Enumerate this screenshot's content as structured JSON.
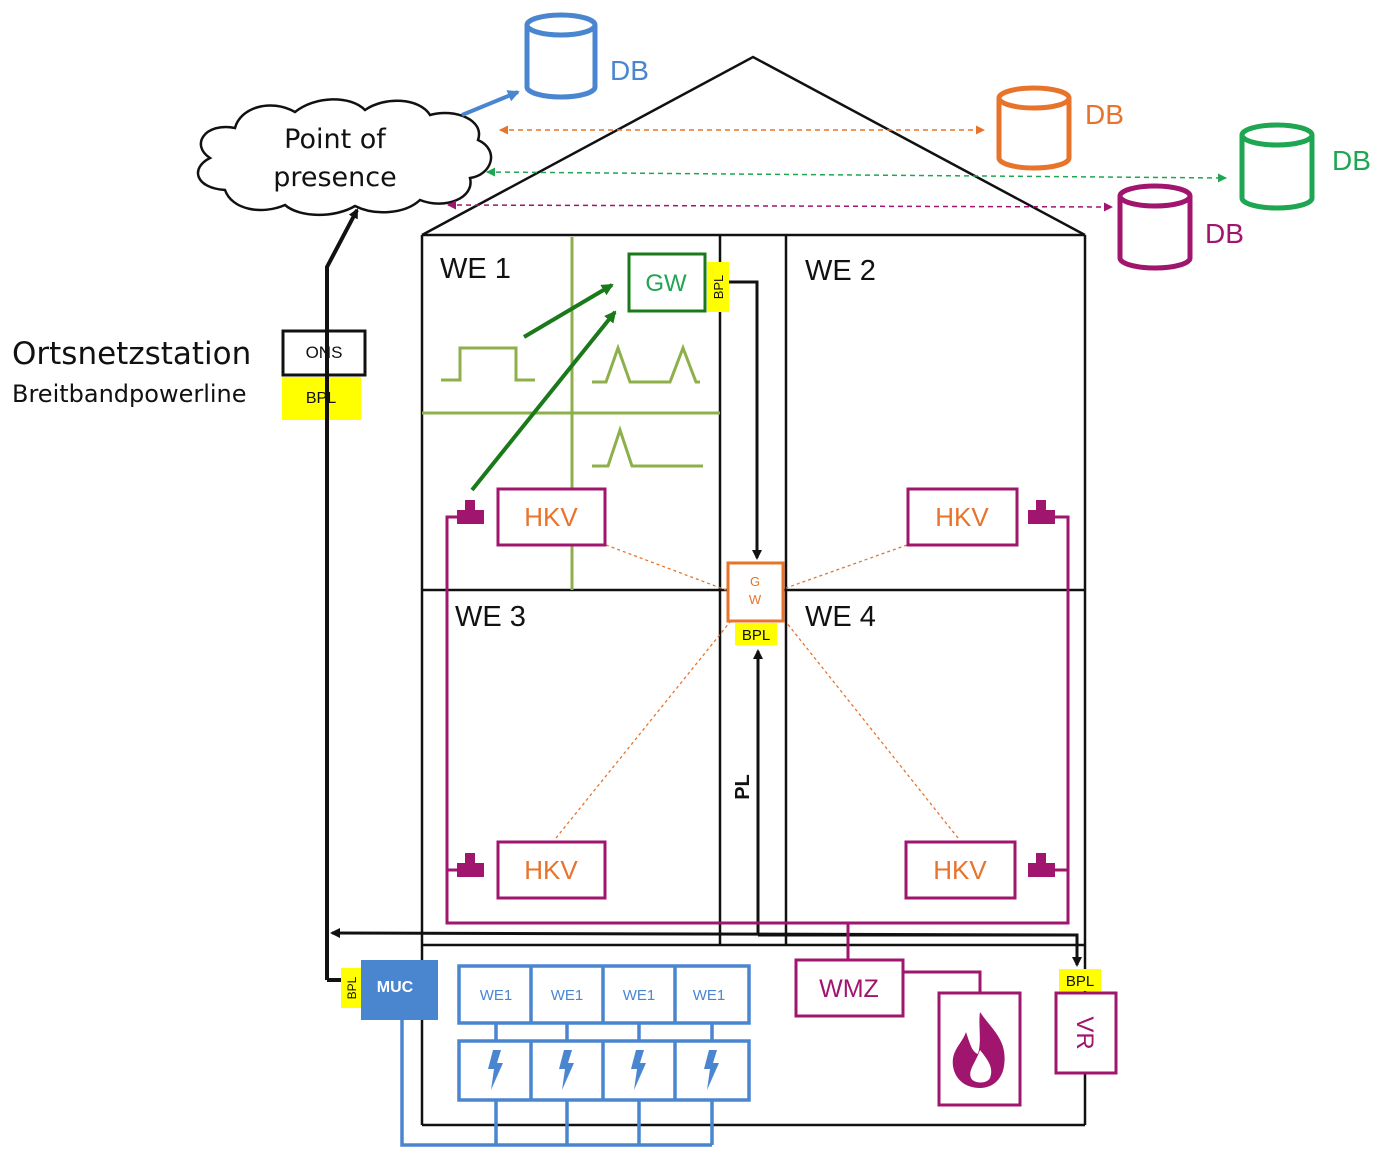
{
  "cloud": {
    "line1": "Point of",
    "line2": "presence"
  },
  "databases": [
    {
      "label": "DB",
      "color": "#4a86d0"
    },
    {
      "label": "DB",
      "color": "#e8732a"
    },
    {
      "label": "DB",
      "color": "#1ea652"
    },
    {
      "label": "DB",
      "color": "#a0156e"
    }
  ],
  "station": {
    "title": "Ortsnetzstation",
    "subtitle": "Breitbandpowerline",
    "ons": "ONS",
    "bpl": "BPL"
  },
  "units": {
    "we1": "WE 1",
    "we2": "WE 2",
    "we3": "WE 3",
    "we4": "WE 4"
  },
  "gateway_top": {
    "label": "GW",
    "bpl": "BPL"
  },
  "gateway_center": {
    "line1": "G",
    "line2": "W",
    "bpl": "BPL"
  },
  "hkv": {
    "we1": "HKV",
    "we2": "HKV",
    "we3": "HKV",
    "we4": "HKV"
  },
  "pl_label": "PL",
  "basement": {
    "muc": "MUC",
    "muc_bpl": "BPL",
    "meters": [
      "WE1",
      "WE1",
      "WE1",
      "WE1"
    ],
    "wmz": "WMZ",
    "vr": "VR",
    "vr_bpl": "BPL"
  },
  "colors": {
    "blue": "#4a86d0",
    "orange": "#e8732a",
    "green": "#1ea652",
    "magenta": "#a0156e",
    "darkgreen": "#1a7a1a",
    "olive": "#8db04a",
    "yellow": "#ffff00"
  }
}
